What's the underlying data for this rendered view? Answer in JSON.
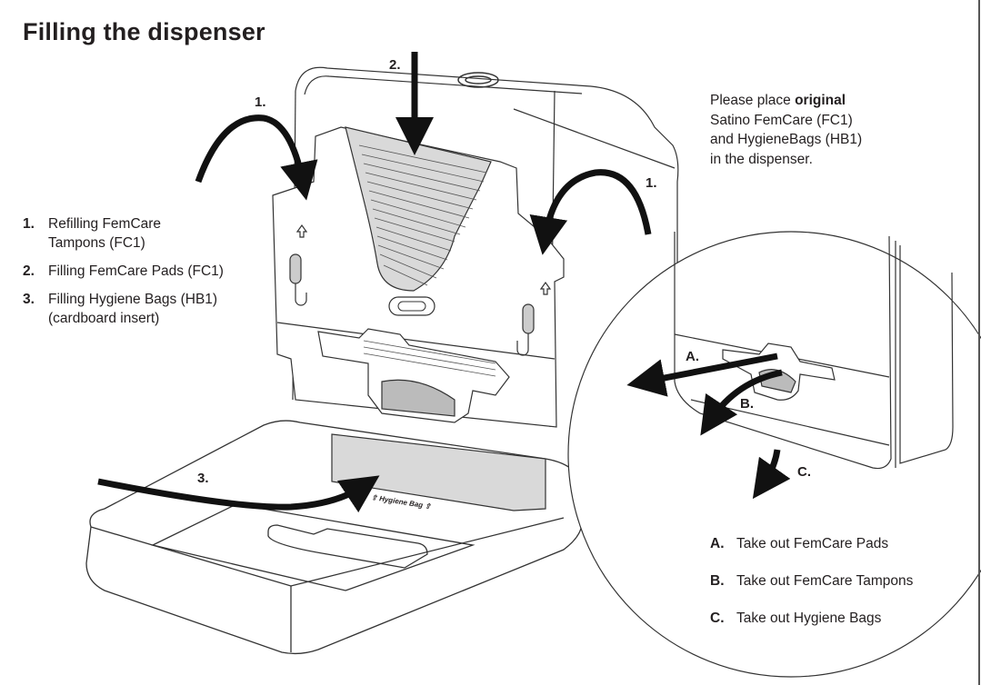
{
  "title": "Filling the dispenser",
  "steps": [
    {
      "num": "1.",
      "line1": "Refilling FemCare",
      "line2": "Tampons (FC1)"
    },
    {
      "num": "2.",
      "line1": "Filling FemCare Pads (FC1)",
      "line2": ""
    },
    {
      "num": "3.",
      "line1": "Filling Hygiene Bags (HB1)",
      "line2": "(cardboard insert)"
    }
  ],
  "note": {
    "prefix": "Please place ",
    "bold": "original",
    "line2": "Satino FemCare (FC1)",
    "line3": "and HygieneBags (HB1)",
    "line4": "in the dispenser."
  },
  "actions": [
    {
      "num": "A.",
      "label": "Take out FemCare Pads"
    },
    {
      "num": "B.",
      "label": "Take out FemCare Tampons"
    },
    {
      "num": "C.",
      "label": "Take out Hygiene Bags"
    }
  ],
  "diagram_labels": {
    "step1_left": "1.",
    "step1_right": "1.",
    "step2": "2.",
    "step3": "3.",
    "detail_a": "A.",
    "detail_b": "B.",
    "detail_c": "C.",
    "hygiene_bag_marking": "⇧ Hygiene Bag ⇧"
  },
  "colors": {
    "ink": "#231f20",
    "fill_gray": "#d9d9d9",
    "line": "#333333"
  }
}
